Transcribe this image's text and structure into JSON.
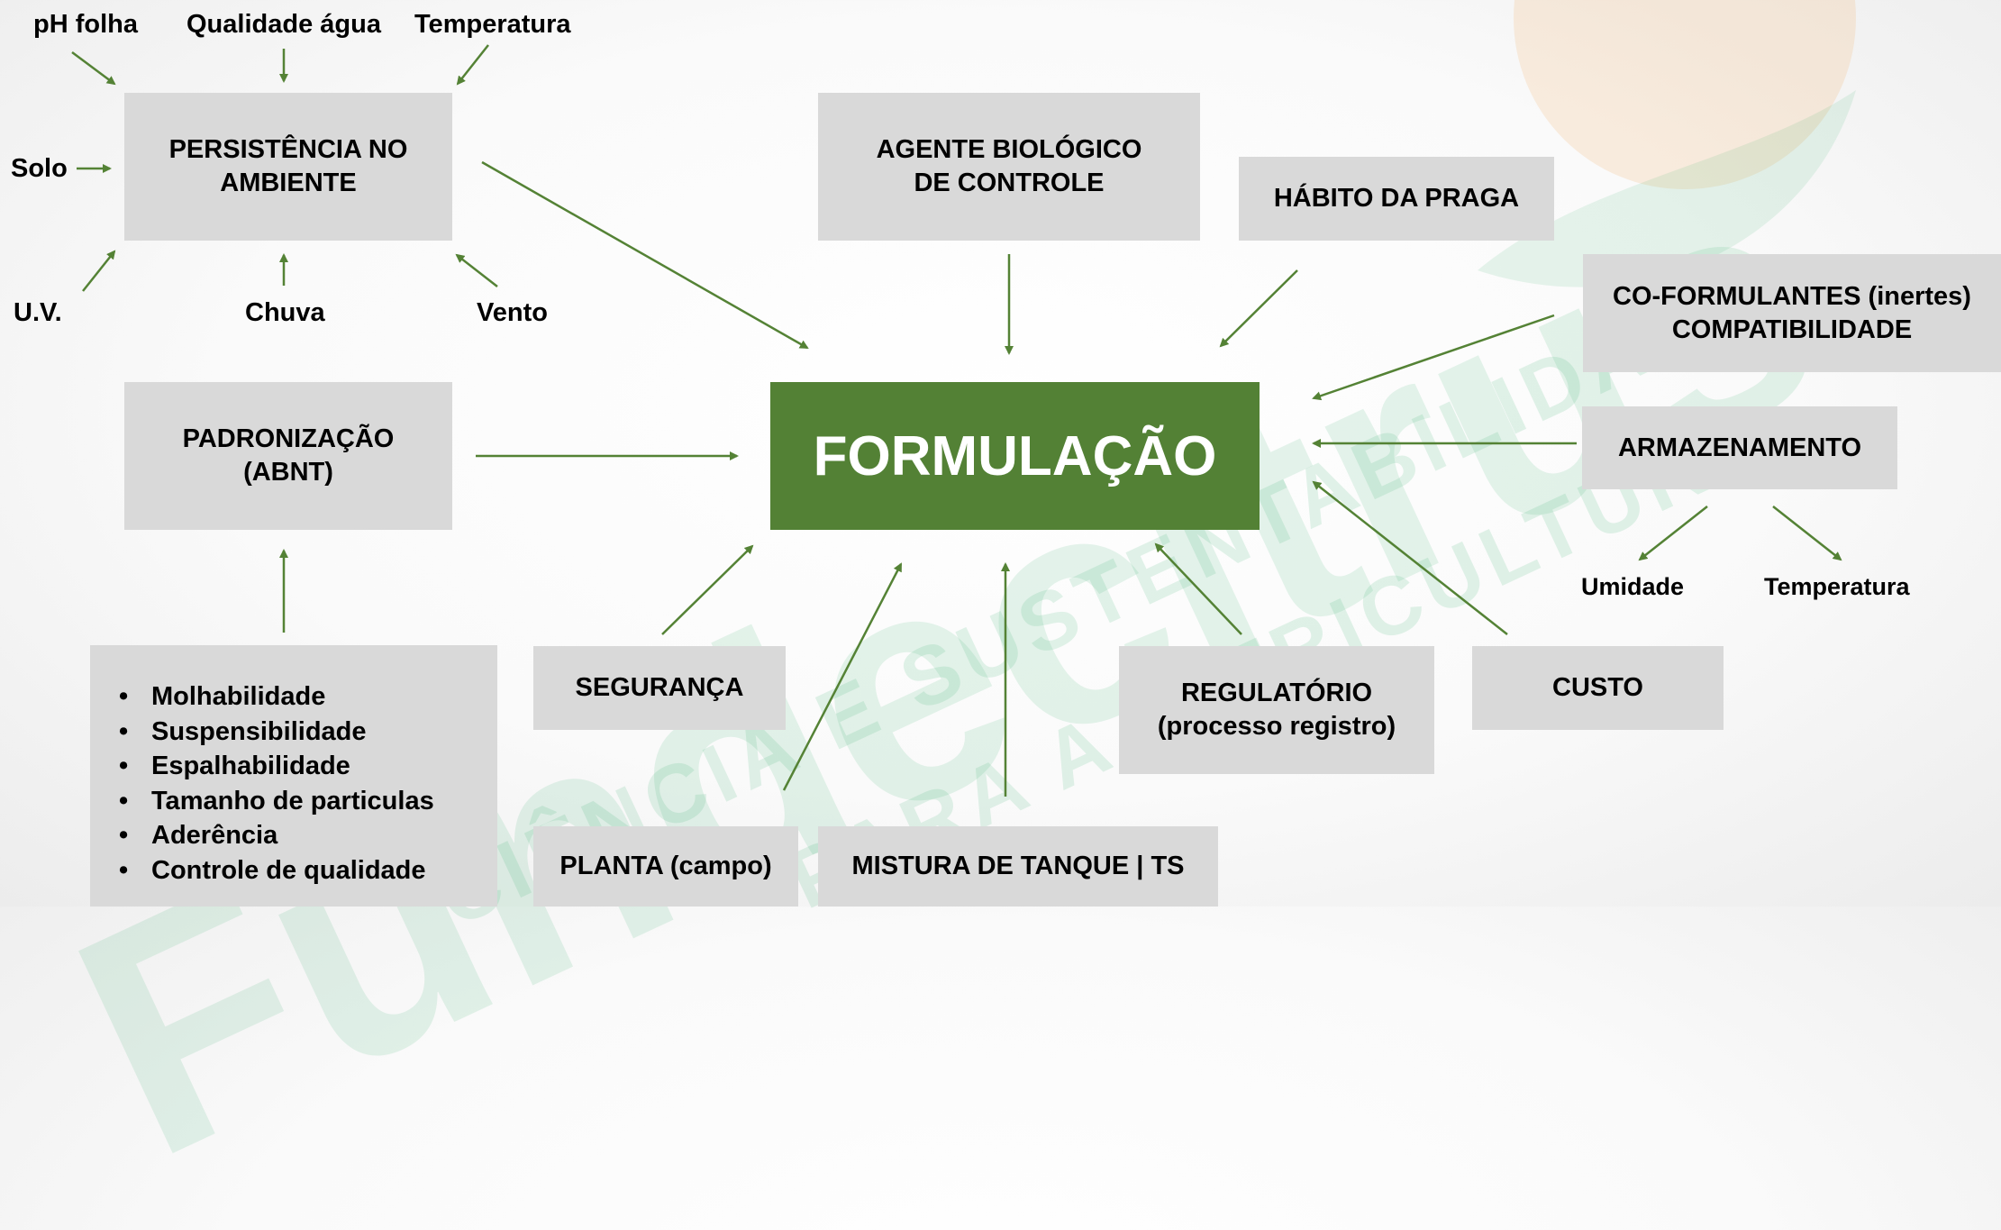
{
  "watermark": {
    "brand": "Fundecitrus",
    "line1": "CIÊNCIA E SUSTENTABILIDADE",
    "line2": "PARA A CITRICULTURA"
  },
  "center": {
    "label": "FORMULAÇÃO"
  },
  "persistence": {
    "title_line1": "PERSISTÊNCIA NO",
    "title_line2": "AMBIENTE",
    "factors": {
      "ph_folha": "pH folha",
      "qualidade_agua": "Qualidade água",
      "temperatura": "Temperatura",
      "solo": "Solo",
      "uv": "U.V.",
      "chuva": "Chuva",
      "vento": "Vento"
    }
  },
  "padronizacao": {
    "line1": "PADRONIZAÇÃO",
    "line2": "(ABNT)"
  },
  "quality_list": [
    "Molhabilidade",
    "Suspensibilidade",
    "Espalhabilidade",
    "Tamanho de particulas",
    "Aderência",
    "Controle de qualidade"
  ],
  "agente": {
    "line1": "AGENTE BIOLÓGICO",
    "line2": "DE CONTROLE"
  },
  "habito": {
    "label": "HÁBITO DA PRAGA"
  },
  "coformulantes": {
    "line1": "CO-FORMULANTES (inertes)",
    "line2": "COMPATIBILIDADE"
  },
  "armazenamento": {
    "label": "ARMAZENAMENTO",
    "umidade": "Umidade",
    "temperatura": "Temperatura"
  },
  "seguranca": {
    "label": "SEGURANÇA"
  },
  "planta": {
    "label": "PLANTA (campo)"
  },
  "mistura": {
    "label": "MISTURA DE TANQUE | TS"
  },
  "regulatorio": {
    "line1": "REGULATÓRIO",
    "line2": "(processo registro)"
  },
  "custo": {
    "label": "CUSTO"
  },
  "colors": {
    "arrow": "#548235",
    "central_fill": "#538135",
    "box_fill": "#d9d9d9",
    "watermark_green": "#1aa45a",
    "watermark_orange": "#f5a04a"
  }
}
